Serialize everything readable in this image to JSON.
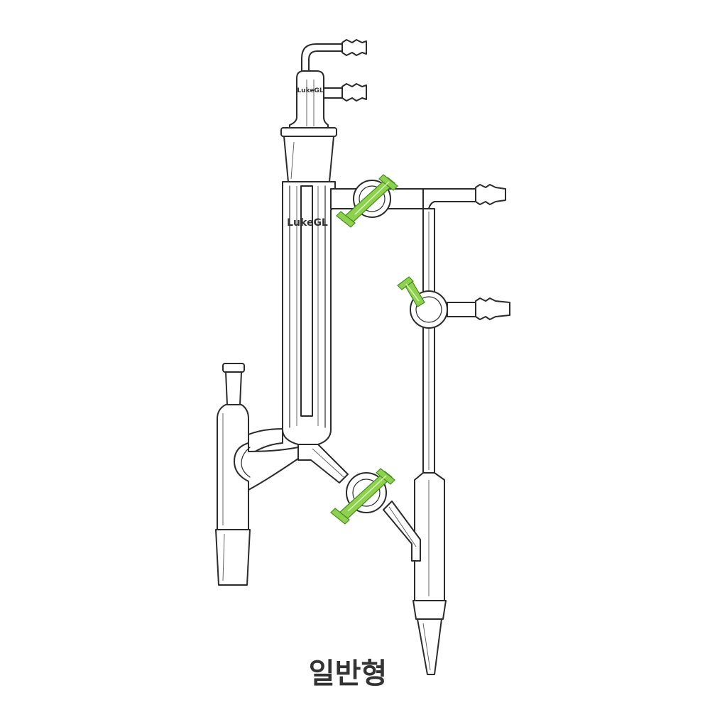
{
  "logos": {
    "top": "LukeGL",
    "main": "LukeGL"
  },
  "caption": "일반형",
  "colors": {
    "glass_outline": "#2b2b2b",
    "stopcock": "#8fd14f",
    "stopcock_edge": "#3f8f1a",
    "background": "#ffffff"
  }
}
